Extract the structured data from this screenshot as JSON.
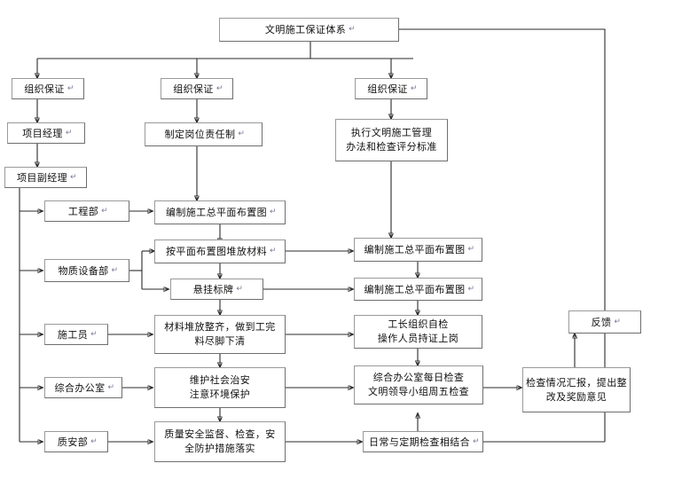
{
  "diagram": {
    "title_box": {
      "label": "文明施工保证体系",
      "mark": "↵"
    },
    "pilcrow": "↵",
    "nodes": [
      {
        "id": "title",
        "label": "文明施工保证体系"
      },
      {
        "id": "org1",
        "label": "组织保证"
      },
      {
        "id": "org2",
        "label": "组织保证"
      },
      {
        "id": "org3",
        "label": "组织保证"
      },
      {
        "id": "pm",
        "label": "项目经理"
      },
      {
        "id": "deputy_pm",
        "label": "项目副经理"
      },
      {
        "id": "post_resp",
        "label": "制定岗位责任制"
      },
      {
        "id": "exec_std",
        "label": "执行文明施工管理\n办法和检查评分标准"
      },
      {
        "id": "eng_dept",
        "label": "工程部"
      },
      {
        "id": "mat_dept",
        "label": "物质设备部"
      },
      {
        "id": "site_staff",
        "label": "施工员"
      },
      {
        "id": "admin_office",
        "label": "综合办公室"
      },
      {
        "id": "qs_dept",
        "label": "质安部"
      },
      {
        "id": "plan_draw1",
        "label": "编制施工总平面布置图"
      },
      {
        "id": "stack_mat",
        "label": "按平面布置图堆放材料"
      },
      {
        "id": "hang_sign",
        "label": "悬挂标牌"
      },
      {
        "id": "tidy_mat",
        "label": "材料堆放整齐，做到工完\n料尽脚下清"
      },
      {
        "id": "public_order",
        "label": "维护社会治安\n注意环境保护"
      },
      {
        "id": "safety_sup",
        "label": "质量安全监督、检查，安\n全防护措施落实"
      },
      {
        "id": "plan_draw2",
        "label": "编制施工总平面布置图"
      },
      {
        "id": "plan_draw3",
        "label": "编制施工总平面布置图"
      },
      {
        "id": "self_check",
        "label": "工长组织自检\n操作人员持证上岗"
      },
      {
        "id": "daily_check",
        "label": "综合办公室每日检查\n文明领导小组周五检查"
      },
      {
        "id": "regular_comb",
        "label": "日常与定期检查相结合"
      },
      {
        "id": "report",
        "label": "检查情况汇报，提出整\n改及奖励意见"
      },
      {
        "id": "feedback",
        "label": "反馈"
      }
    ],
    "colors": {
      "box_border": "#9a9a9a",
      "wire": "#2a2a2a",
      "text": "#101010",
      "background": "#ffffff",
      "pilcrow": "#7a7a9a"
    }
  }
}
